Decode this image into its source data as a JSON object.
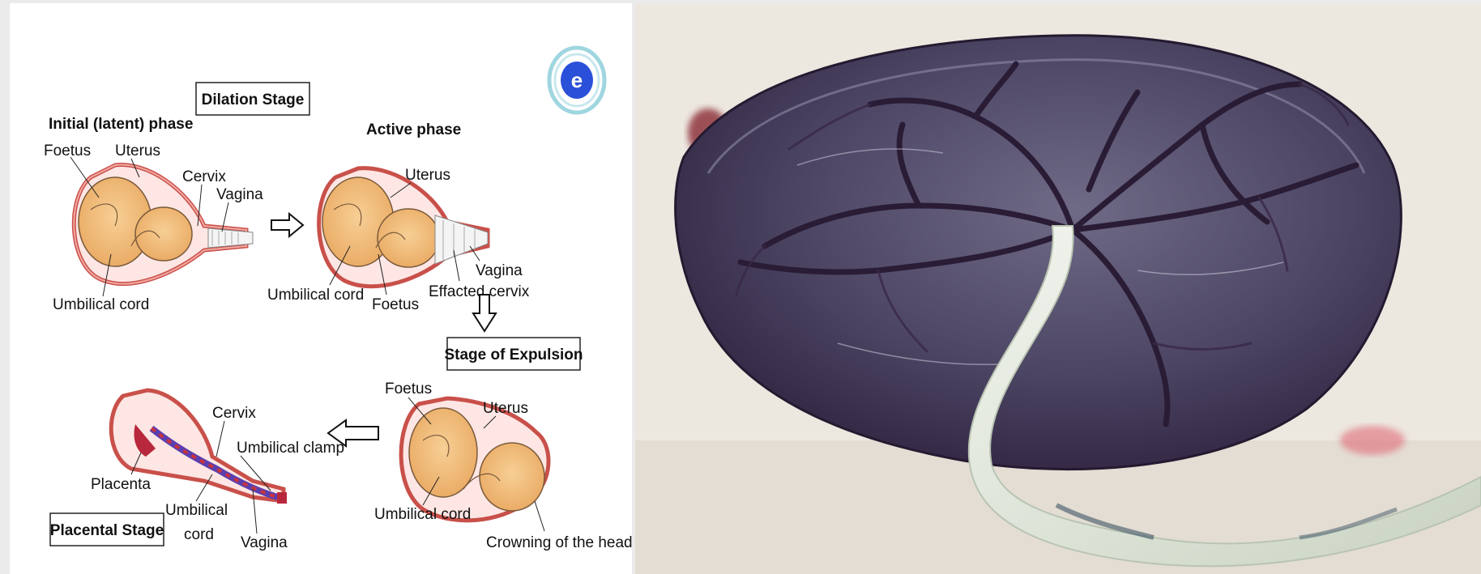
{
  "diagram": {
    "stages": {
      "dilation": "Dilation Stage",
      "expulsion": "Stage of Expulsion",
      "placental": "Placental Stage"
    },
    "phases": {
      "initial": "Initial (latent) phase",
      "active": "Active phase"
    },
    "labels": {
      "p1_foetus": "Foetus",
      "p1_uterus": "Uterus",
      "p1_cervix": "Cervix",
      "p1_vagina": "Vagina",
      "p1_umbilical_cord": "Umbilical cord",
      "p2_uterus": "Uterus",
      "p2_vagina": "Vagina",
      "p2_umbilical_cord": "Umbilical cord",
      "p2_foetus": "Foetus",
      "p2_effaced_cervix": "Effacted  cervix",
      "p3_foetus": "Foetus",
      "p3_uterus": "Uterus",
      "p3_umbilical_cord": "Umbilical cord",
      "p3_crowning": "Crowning of the head",
      "p4_cervix": "Cervix",
      "p4_umbilical_clamp": "Umbilical clamp",
      "p4_placenta": "Placenta",
      "p4_umbilical_cord_1": "Umbilical",
      "p4_umbilical_cord_2": "cord",
      "p4_vagina": "Vagina"
    }
  },
  "logo": {
    "icon": "e-logo-icon",
    "letter": "e",
    "color": "#2a4fd8"
  },
  "photo": {
    "subject": "placenta-photo"
  }
}
